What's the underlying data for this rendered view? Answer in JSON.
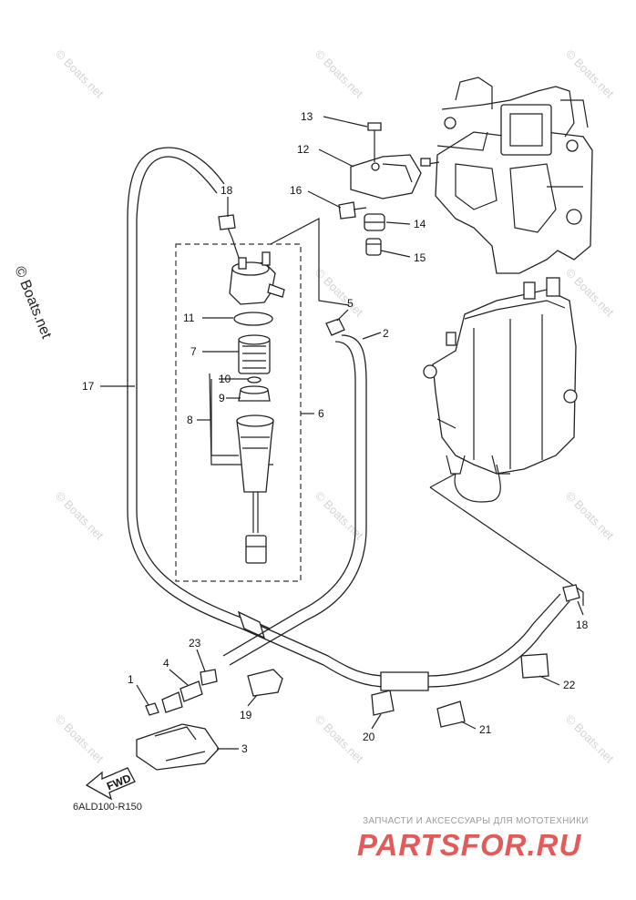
{
  "watermark_text": "© Boats.net",
  "copyright": "© Boats.net",
  "drawing_number": "6ALD100-R150",
  "direction_label": "FWD",
  "shop": {
    "tagline": "ЗАПЧАСТИ И АКСЕССУАРЫ ДЛЯ МОТОТЕХНИКИ",
    "logo": "PARTSFOR.RU"
  },
  "callouts": [
    {
      "id": "c13",
      "text": "13"
    },
    {
      "id": "c12",
      "text": "12"
    },
    {
      "id": "c16",
      "text": "16"
    },
    {
      "id": "c14",
      "text": "14"
    },
    {
      "id": "c15",
      "text": "15"
    },
    {
      "id": "c18a",
      "text": "18"
    },
    {
      "id": "c11",
      "text": "11"
    },
    {
      "id": "c5",
      "text": "5"
    },
    {
      "id": "c2",
      "text": "2"
    },
    {
      "id": "c7",
      "text": "7"
    },
    {
      "id": "c17",
      "text": "17"
    },
    {
      "id": "c10",
      "text": "10"
    },
    {
      "id": "c9",
      "text": "9"
    },
    {
      "id": "c8",
      "text": "8"
    },
    {
      "id": "c6",
      "text": "6"
    },
    {
      "id": "c18b",
      "text": "18"
    },
    {
      "id": "c23",
      "text": "23"
    },
    {
      "id": "c4",
      "text": "4"
    },
    {
      "id": "c1",
      "text": "1"
    },
    {
      "id": "c22",
      "text": "22"
    },
    {
      "id": "c19",
      "text": "19"
    },
    {
      "id": "c20",
      "text": "20"
    },
    {
      "id": "c21",
      "text": "21"
    },
    {
      "id": "c3",
      "text": "3"
    }
  ]
}
